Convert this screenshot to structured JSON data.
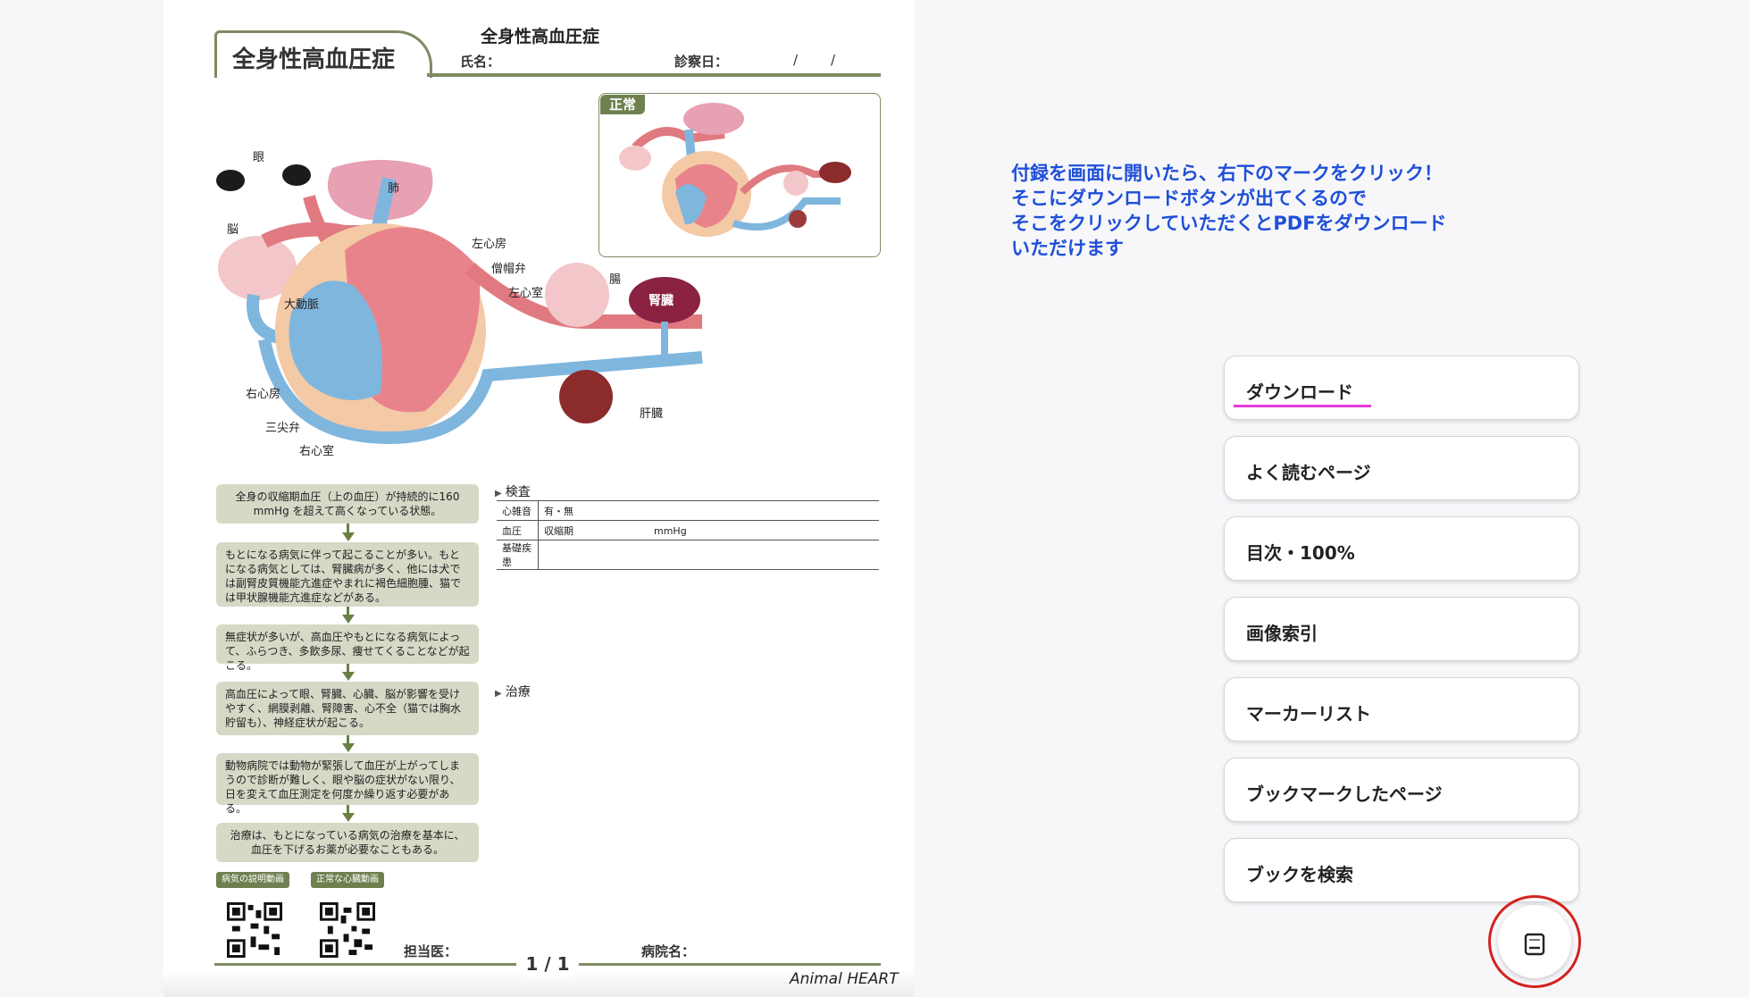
{
  "document": {
    "title": "全身性高血圧症",
    "header_title": "全身性高血圧症",
    "name_label": "氏名：",
    "date_label": "診察日：",
    "date_slash_1": "/",
    "date_slash_2": "/",
    "normal_tag": "正常",
    "anatomy": {
      "eye": "眼",
      "lung": "肺",
      "brain": "脳",
      "left_atrium": "左心房",
      "mitral_valve": "僧帽弁",
      "left_ventricle": "左心室",
      "aorta": "大動脈",
      "intestine": "腸",
      "kidney": "腎臓",
      "right_atrium": "右心房",
      "tricuspid_valve": "三尖弁",
      "right_ventricle": "右心室",
      "liver": "肝臓"
    },
    "flow": [
      "全身の収縮期血圧（上の血圧）が持続的に160 mmHg を超えて高くなっている状態。",
      "もとになる病気に伴って起こることが多い。もとになる病気としては、腎臓病が多く、他には犬では副腎皮質機能亢進症やまれに褐色細胞腫、猫では甲状腺機能亢進症などがある。",
      "無症状が多いが、高血圧やもとになる病気によって、ふらつき、多飲多尿、痩せてくることなどが起こる。",
      "高血圧によって眼、腎臓、心臓、脳が影響を受けやすく、網膜剥離、腎障害、心不全（猫では胸水貯留も）、神経症状が起こる。",
      "動物病院では動物が緊張して血圧が上がってしまうので診断が難しく、眼や脳の症状がない限り、日を変えて血圧測定を何度か繰り返す必要がある。",
      "治療は、もとになっている病気の治療を基本に、血圧を下げるお薬が必要なこともある。"
    ],
    "exam_label": "検査",
    "exam_rows": [
      {
        "key": "心雑音",
        "value": "有・無",
        "unit": ""
      },
      {
        "key": "血圧",
        "value": "収縮期",
        "unit": "mmHg"
      },
      {
        "key": "基礎疾患",
        "value": "",
        "unit": ""
      }
    ],
    "treatment_label": "治療",
    "qr_labels": [
      "病気の説明動画",
      "正常な心臓動画"
    ],
    "doctor_label": "担当医：",
    "hospital_label": "病院名：",
    "page_indicator": "1 / 1",
    "brand": "Animal HEART"
  },
  "instruction": [
    "付録を画面に開いたら、右下のマークをクリック！",
    "そこにダウンロードボタンが出てくるので",
    "そこをクリックしていただくとPDFをダウンロード",
    "いただけます"
  ],
  "menu": [
    {
      "label": "ダウンロード"
    },
    {
      "label": "よく読むページ"
    },
    {
      "label": "目次・100%"
    },
    {
      "label": "画像索引"
    },
    {
      "label": "マーカーリスト"
    },
    {
      "label": "ブックマークしたページ"
    },
    {
      "label": "ブックを検索"
    }
  ],
  "colors": {
    "accent_green": "#7d8b63",
    "instruction_blue": "#1f4fd9",
    "highlight_pink": "#e43bdb",
    "fab_ring": "#d3231f"
  },
  "icons": {
    "fab": "book-icon"
  }
}
